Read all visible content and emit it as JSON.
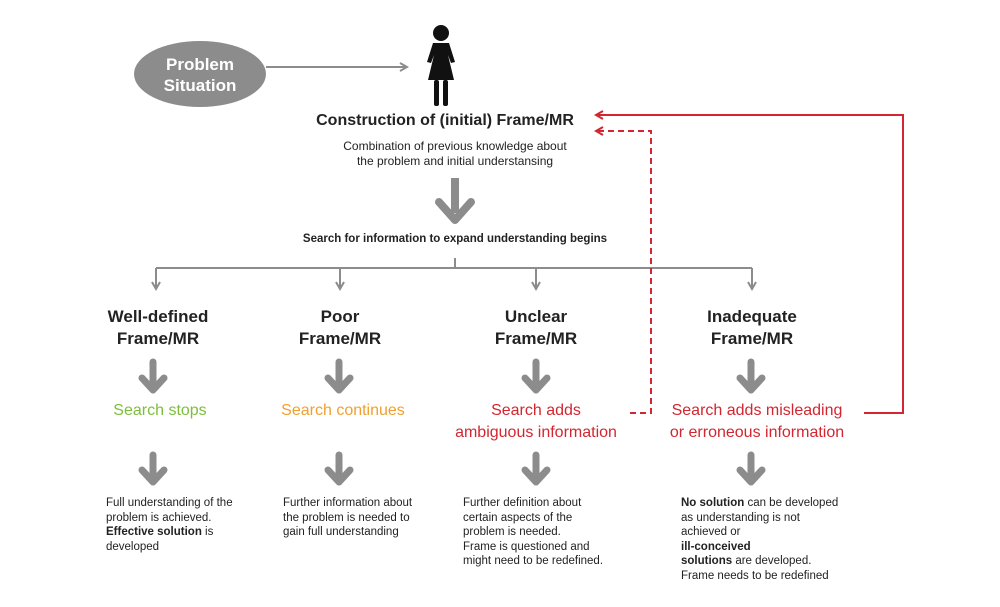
{
  "problem": {
    "line1": "Problem",
    "line2": "Situation"
  },
  "construction": {
    "title": "Construction of (initial) Frame/MR",
    "subtitle_line1": "Combination of previous knowledge about",
    "subtitle_line2": "the problem and initial understansing"
  },
  "search_begins": "Search for information to expand understanding begins",
  "columns": [
    {
      "title1": "Well-defined",
      "title2": "Frame/MR",
      "outcome1": "Search stops",
      "outcome2": "",
      "outcome_color": "#7dbe3c",
      "desc": [
        {
          "bold": "",
          "text": "Full understanding of the"
        },
        {
          "bold": "",
          "text": "problem is achieved."
        },
        {
          "bold": "Effective solution",
          "text": " is"
        },
        {
          "bold": "",
          "text": "developed"
        }
      ]
    },
    {
      "title1": "Poor",
      "title2": "Frame/MR",
      "outcome1": "Search continues",
      "outcome2": "",
      "outcome_color": "#f0a030",
      "desc": [
        {
          "bold": "",
          "text": "Further information about"
        },
        {
          "bold": "",
          "text": "the problem is needed to"
        },
        {
          "bold": "",
          "text": "gain full understanding"
        }
      ]
    },
    {
      "title1": "Unclear",
      "title2": "Frame/MR",
      "outcome1": "Search adds",
      "outcome2": "ambiguous information",
      "outcome_color": "#d22630",
      "desc": [
        {
          "bold": "",
          "text": "Further definition about"
        },
        {
          "bold": "",
          "text": "certain aspects of the"
        },
        {
          "bold": "",
          "text": "problem is needed."
        },
        {
          "bold": "",
          "text": "Frame is questioned and"
        },
        {
          "bold": "",
          "text": "might need to be redefined."
        }
      ]
    },
    {
      "title1": "Inadequate",
      "title2": "Frame/MR",
      "outcome1": "Search adds misleading",
      "outcome2": "or erroneous information",
      "outcome_color": "#d22630",
      "desc": [
        {
          "bold": "No solution",
          "text": " can be developed"
        },
        {
          "bold": "",
          "text": "as understanding is not"
        },
        {
          "bold": "",
          "text": "achieved or "
        },
        {
          "bold": "ill-conceived",
          "text": ""
        },
        {
          "bold": "solutions",
          "text": " are developed."
        },
        {
          "bold": "",
          "text": "Frame needs to be redefined"
        }
      ]
    }
  ],
  "colors": {
    "arrow_gray": "#8c8c8c",
    "ellipse_gray": "#8c8c8c",
    "feedback_red": "#d22630"
  },
  "icons": {
    "person": "woman-figure-icon"
  }
}
